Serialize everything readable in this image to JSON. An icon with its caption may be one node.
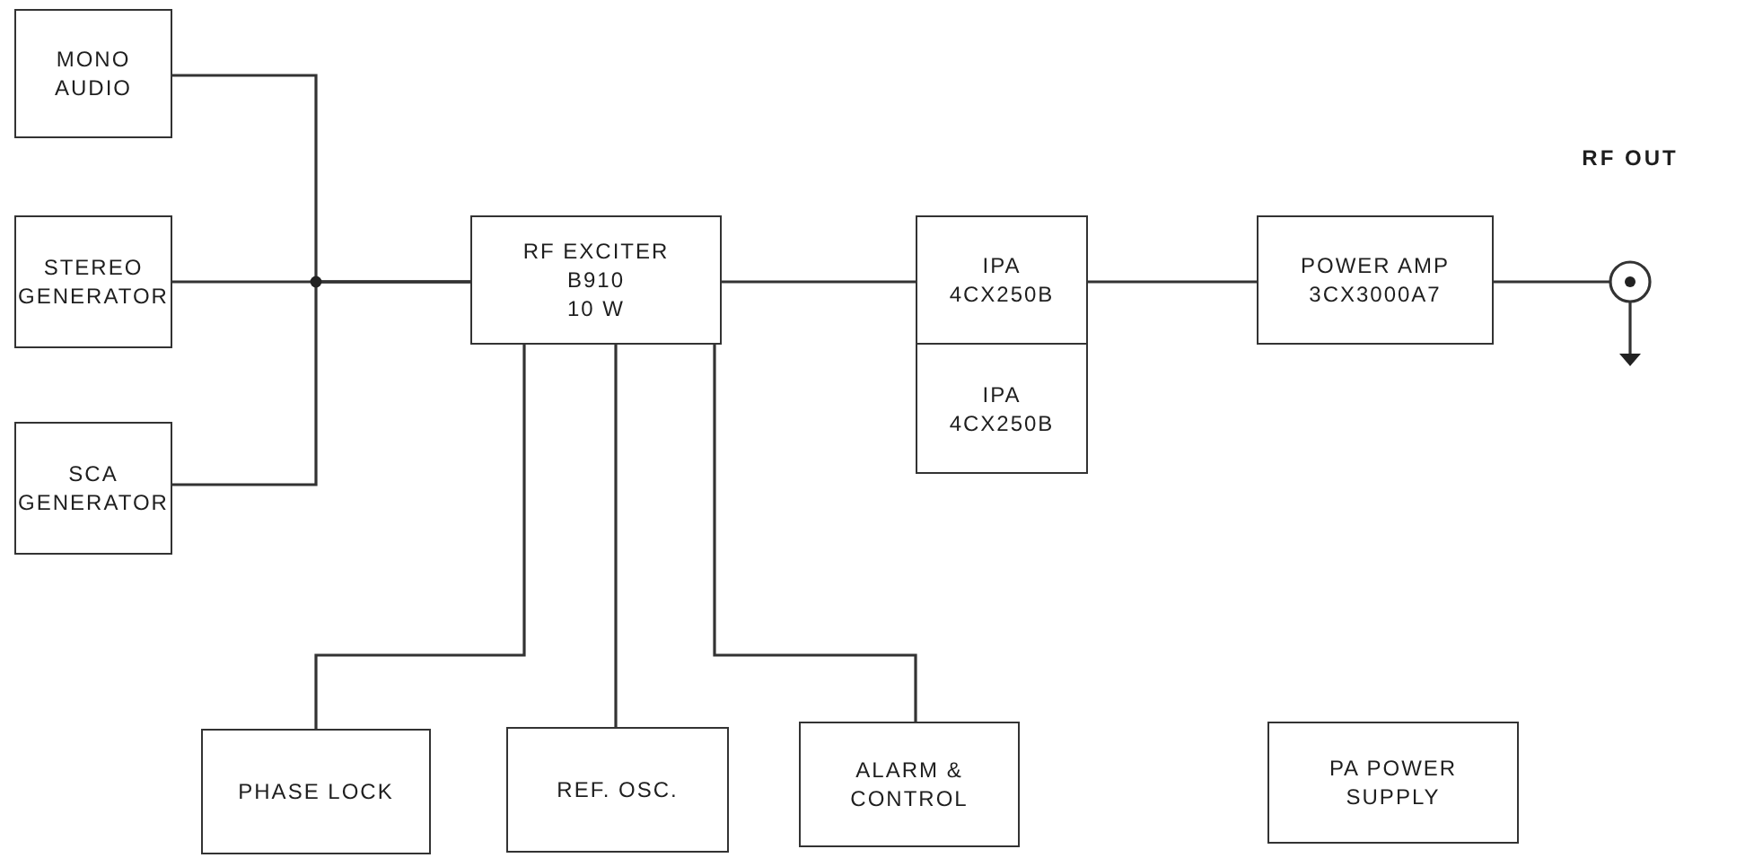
{
  "diagram": {
    "nodes": [
      {
        "text": [
          "MONO AUDIO"
        ]
      },
      {
        "text": [
          "STEREO GENERATOR"
        ]
      },
      {
        "text": [
          "SCA GENERATOR"
        ]
      },
      {
        "text": [
          "RF EXCITER",
          "B910",
          "10 W"
        ]
      },
      {
        "text": [
          "IPA",
          "4CX250B"
        ]
      },
      {
        "text": [
          "IPA",
          "4CX250B"
        ]
      },
      {
        "text": [
          "POWER AMP",
          "3CX3000A7"
        ]
      },
      {
        "text": [
          "RF OUT"
        ]
      },
      {
        "text": [
          "PHASE LOCK"
        ]
      },
      {
        "text": [
          "REF. OSC."
        ]
      },
      {
        "text": [
          "ALARM & CONTROL"
        ]
      },
      {
        "text": [
          "PA POWER SUPPLY"
        ]
      }
    ],
    "edges": [
      {
        "from": 0,
        "to": 3,
        "arrow": "none"
      },
      {
        "from": 1,
        "to": 3,
        "arrow": "none"
      },
      {
        "from": 2,
        "to": 3,
        "arrow": "none"
      },
      {
        "from": 3,
        "to": 4,
        "arrow": "none"
      },
      {
        "from": 4,
        "to": 6,
        "arrow": "none"
      },
      {
        "from": 6,
        "to": 7,
        "arrow": "none"
      },
      {
        "from": 3,
        "to": 8,
        "arrow": "none"
      },
      {
        "from": 3,
        "to": 9,
        "arrow": "none"
      },
      {
        "from": 3,
        "to": 10,
        "arrow": "none"
      }
    ]
  }
}
